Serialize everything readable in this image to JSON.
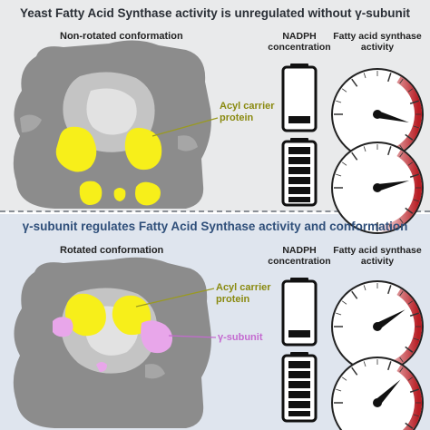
{
  "top_panel": {
    "title": "Yeast Fatty Acid Synthase activity is unregulated without γ-subunit",
    "structure_label": "Non-rotated conformation",
    "acp_label_line1": "Acyl carrier",
    "acp_label_line2": "protein",
    "nadph_header_line1": "NADPH",
    "nadph_header_line2": "concentration",
    "activity_header_line1": "Fatty acid synthase",
    "activity_header_line2": "activity",
    "gauges": [
      {
        "nadph_level": "low",
        "activity_fraction": 0.72
      },
      {
        "nadph_level": "high",
        "activity_fraction": 0.62
      }
    ]
  },
  "bottom_panel": {
    "title": "γ-subunit regulates Fatty Acid Synthase activity and conformation",
    "structure_label": "Rotated conformation",
    "acp_label_line1": "Acyl carrier",
    "acp_label_line2": "protein",
    "gamma_label": "γ-subunit",
    "nadph_header_line1": "NADPH",
    "nadph_header_line2": "concentration",
    "activity_header_line1": "Fatty acid synthase",
    "activity_header_line2": "activity",
    "gauges": [
      {
        "nadph_level": "low",
        "activity_fraction": 0.55
      },
      {
        "nadph_level": "high",
        "activity_fraction": 0.5
      }
    ]
  },
  "colors": {
    "acp": "#f7ef1a",
    "gamma": "#e8a6ea",
    "protein": "#8c8c8c",
    "gauge_red": "#b81d24"
  }
}
